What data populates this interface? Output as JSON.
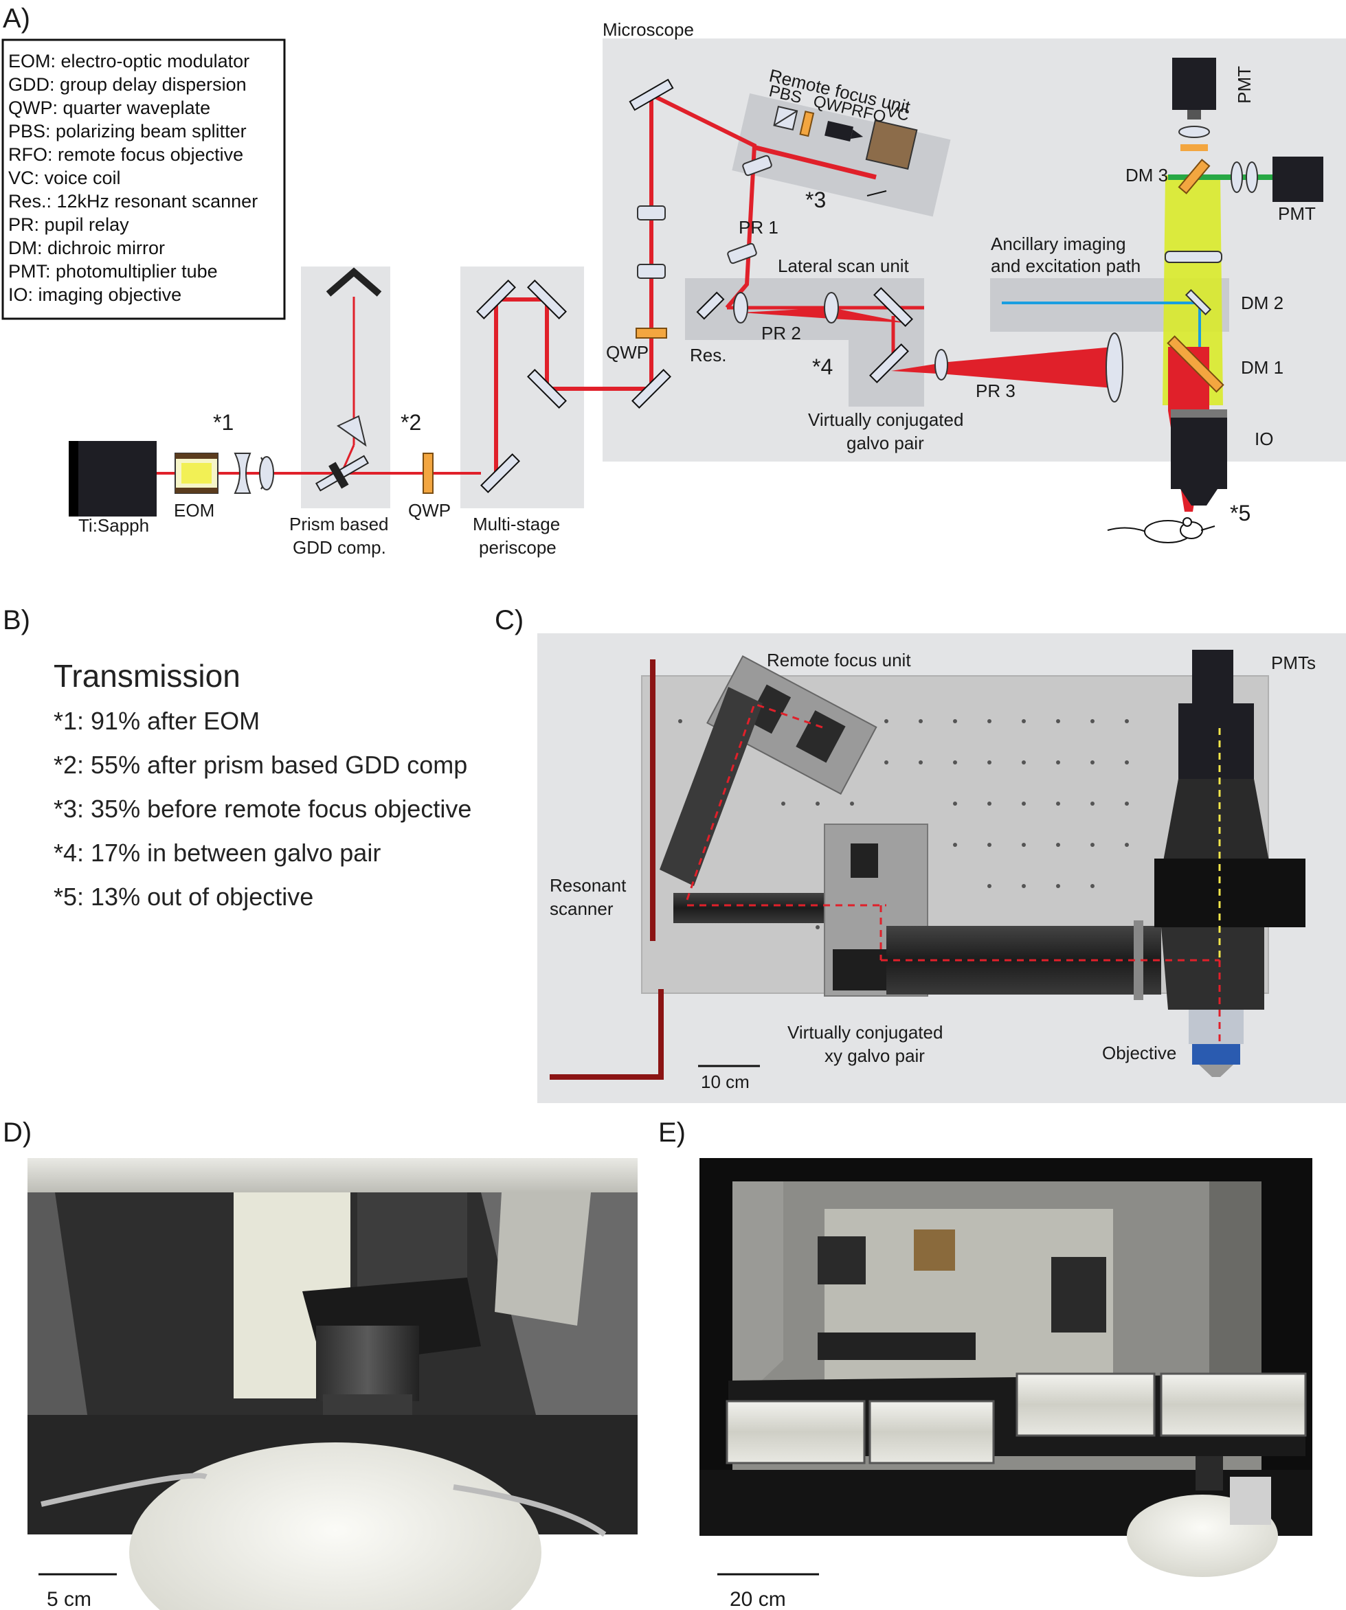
{
  "panels": {
    "a": "A)",
    "b": "B)",
    "c": "C)",
    "d": "D)",
    "e": "E)"
  },
  "legend": [
    "EOM: electro-optic modulator",
    "GDD: group delay dispersion",
    "QWP: quarter waveplate",
    "PBS: polarizing beam splitter",
    "RFO: remote focus objective",
    "VC: voice coil",
    "Res.: 12kHz resonant scanner",
    "PR: pupil relay",
    "DM: dichroic mirror",
    "PMT: photomultiplier tube",
    "IO: imaging objective"
  ],
  "schematic": {
    "microscope": "Microscope",
    "remote_focus_unit": "Remote focus unit",
    "pbs": "PBS",
    "qwp_rf": "QWP",
    "rfo": "RFO",
    "vc": "VC",
    "pr1": "PR 1",
    "pr2": "PR 2",
    "pr3": "PR 3",
    "lateral_scan_unit": "Lateral scan unit",
    "res": "Res.",
    "qwp_left": "QWP",
    "qwp_main": "QWP",
    "virt_conj_1": "Virtually conjugated",
    "virt_conj_2": "galvo pair",
    "ancillary_1": "Ancillary imaging",
    "ancillary_2": "and excitation path",
    "dm1": "DM 1",
    "dm2": "DM 2",
    "dm3": "DM 3",
    "pmt_top": "PMT",
    "pmt_right": "PMT",
    "io": "IO",
    "ti_sapph": "Ti:Sapph",
    "eom": "EOM",
    "prism_1": "Prism based",
    "prism_2": "GDD comp.",
    "periscope_1": "Multi-stage",
    "periscope_2": "periscope",
    "star1": "*1",
    "star2": "*2",
    "star3": "*3",
    "star4": "*4",
    "star5": "*5"
  },
  "transmission": {
    "title": "Transmission",
    "items": [
      "*1: 91% after EOM",
      "*2: 55% after prism based GDD comp",
      "*3: 35% before remote focus objective",
      "*4: 17% in between galvo pair",
      "*5: 13% out of objective"
    ]
  },
  "panel_c": {
    "remote_focus_unit": "Remote focus unit",
    "pmts": "PMTs",
    "resonant_1": "Resonant",
    "resonant_2": "scanner",
    "galvo_1": "Virtually conjugated",
    "galvo_2": "xy galvo pair",
    "objective": "Objective",
    "scale": "10 cm"
  },
  "panel_d": {
    "scale": "5 cm"
  },
  "panel_e": {
    "scale": "20 cm"
  },
  "colors": {
    "beam_red": "#e0202a",
    "dark_red": "#8b1414",
    "panel_gray": "#e3e4e6",
    "unit_gray": "#c9cbcf",
    "fluor_yellow": "#d9ea2a",
    "green": "#27a844",
    "blue": "#1a9ee0",
    "orange": "#f3a640",
    "optic_blue": "#dfe4ef",
    "dark_box": "#1e1e24"
  }
}
